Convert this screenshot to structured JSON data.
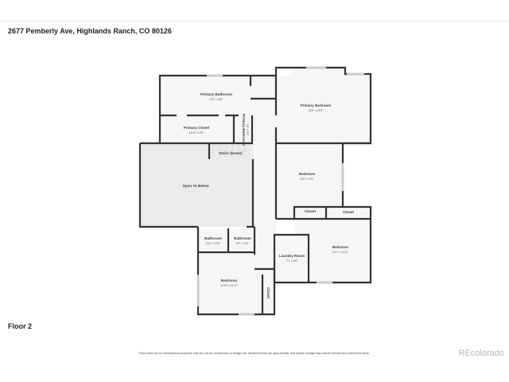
{
  "header": {
    "address": "2677 Pemberly Ave, Highlands Ranch, CO 80126"
  },
  "floor_label": "Floor 2",
  "disclaimer": "Floor plans are for informational purposes only and not for construction or design use. Measurements are approximate, and square footage may include finished and unfinished areas.",
  "brand": "REcolorado",
  "rooms": [
    {
      "name": "Primary Bathroom",
      "dims": "22'4\" x 8'3\""
    },
    {
      "name": "Primary Bedroom",
      "dims": "24'8\" x 15'5\""
    },
    {
      "name": "Primary Closet",
      "dims": "14'10\" x 5'5\""
    },
    {
      "name": "Primary Bathroom",
      "dims": "3'2\" x 5'5\""
    },
    {
      "name": "Stairs (Down)",
      "dims": ""
    },
    {
      "name": "Open To Below",
      "dims": ""
    },
    {
      "name": "Bedroom",
      "dims": "13'2\" x 15'2\""
    },
    {
      "name": "Closet",
      "dims": ""
    },
    {
      "name": "Closet",
      "dims": ""
    },
    {
      "name": "Bedroom",
      "dims": "13'7\" x 12'11\""
    },
    {
      "name": "Laundry Room",
      "dims": "7'1\" x 9'8\""
    },
    {
      "name": "Bathroom",
      "dims": "5'10\" x 4'10\""
    },
    {
      "name": "Bathroom",
      "dims": "5'9\" x 4'10\""
    },
    {
      "name": "Bedroom",
      "dims": "12'10\" x 11'11\""
    },
    {
      "name": "Closet",
      "dims": ""
    }
  ]
}
